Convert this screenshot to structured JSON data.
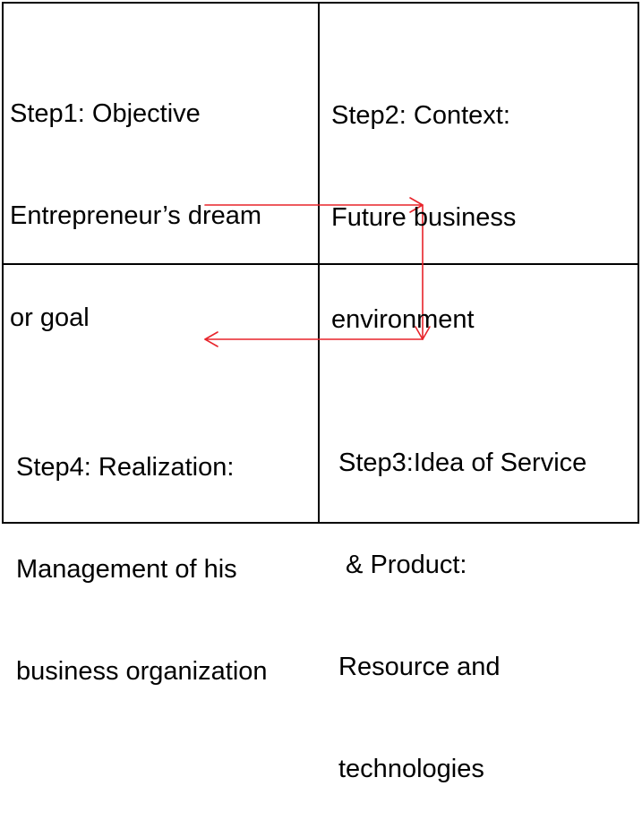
{
  "quadrants": {
    "q1": {
      "lines": [
        "Step1: Objective",
        "Entrepreneur’s dream",
        "or goal"
      ]
    },
    "q2": {
      "lines": [
        "Step2: Context:",
        "Future business",
        "environment"
      ]
    },
    "q3": {
      "lines": [
        "Step3:Idea of Service",
        " & Product:",
        "Resource and",
        "technologies"
      ]
    },
    "q4": {
      "lines": [
        "Step4: Realization:",
        "Management of his",
        "business organization"
      ]
    }
  },
  "colors": {
    "border": "#000000",
    "arrow": "#e8232a"
  }
}
